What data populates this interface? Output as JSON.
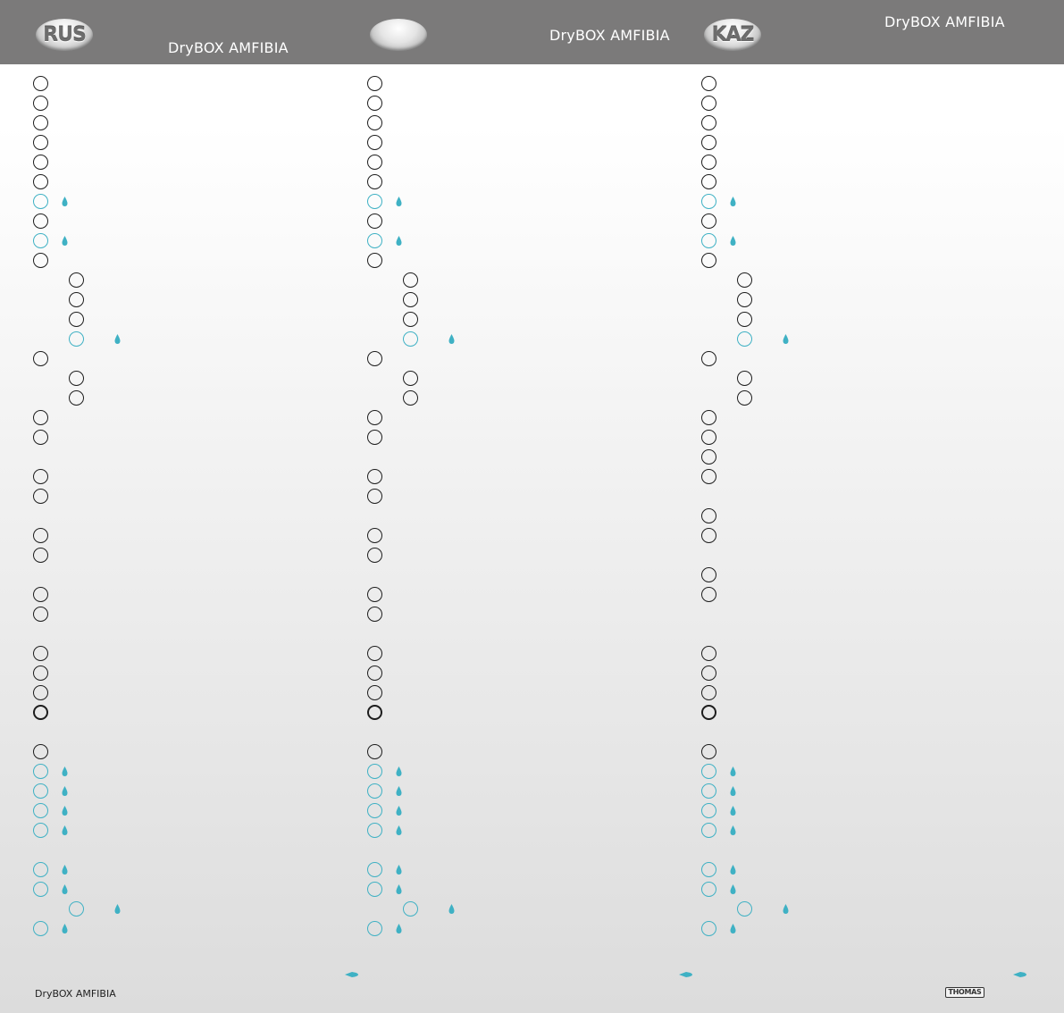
{
  "header": {
    "badges": [
      {
        "label": "RUS"
      },
      {
        "label": ""
      },
      {
        "label": "KAZ"
      }
    ],
    "titles": [
      "DryBOX AMFIBIA",
      "DryBOX AMFIBIA",
      "DryBOX AMFIBIA"
    ]
  },
  "footer": {
    "title": "DryBOX AMFIBIA",
    "logo": "THOMAS"
  },
  "colors": {
    "header_bg": "#7b7a7a",
    "accent_blue": "#3fb1c4",
    "ring_dark": "#1d1d1d"
  }
}
